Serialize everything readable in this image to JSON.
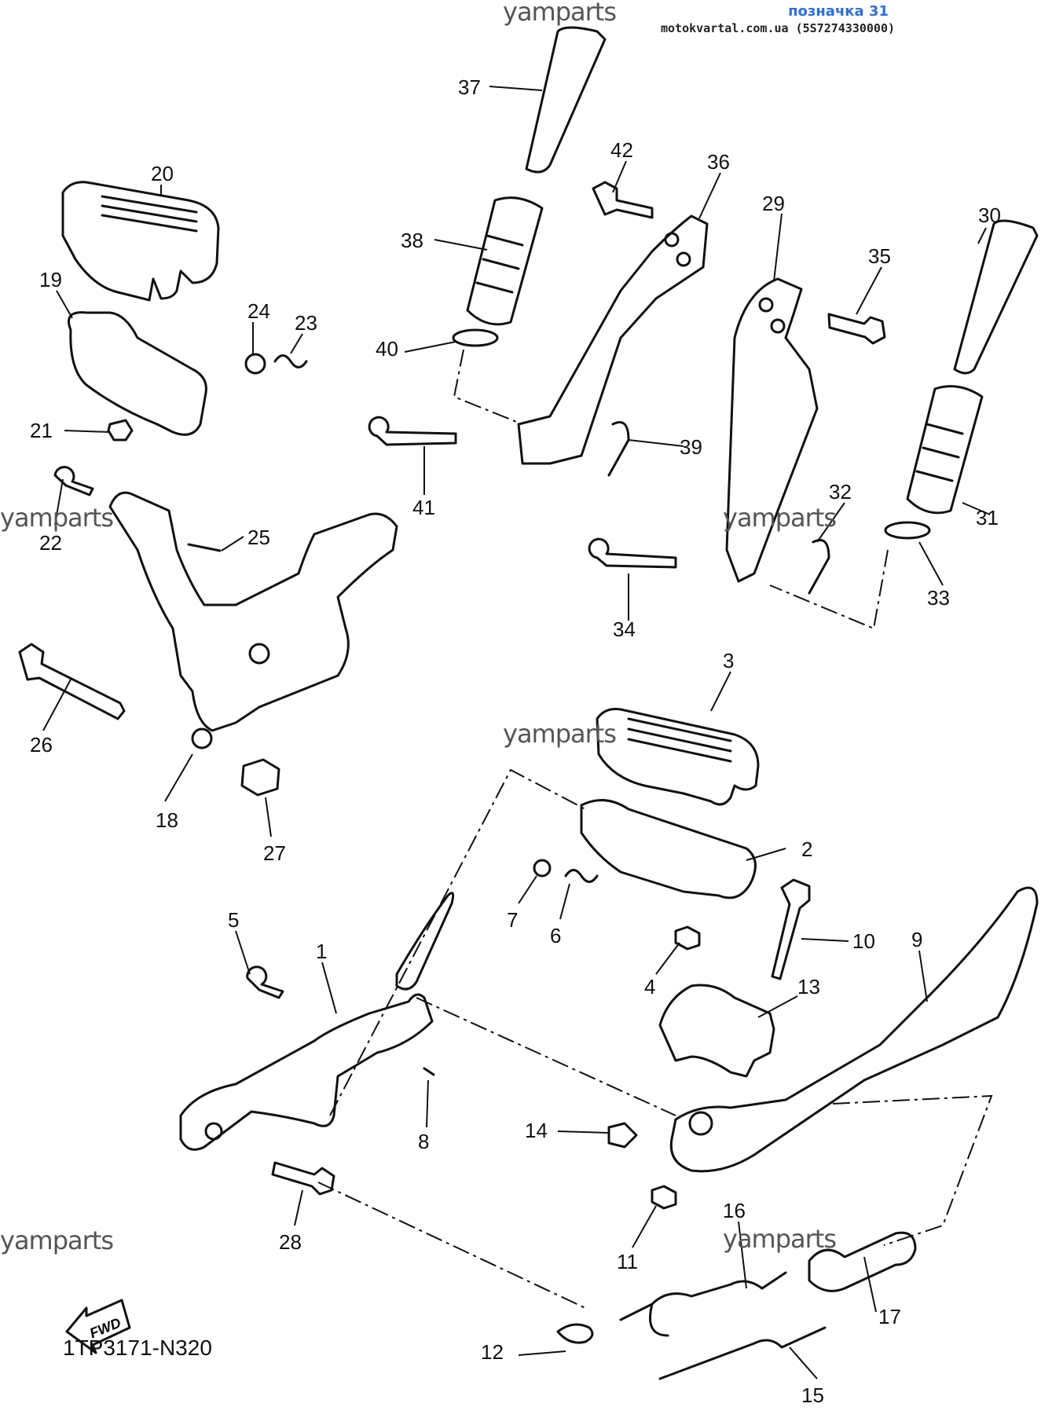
{
  "header": {
    "title": "позначка 31",
    "subtitle": "motokvartal.com.ua (5S7274330000)"
  },
  "watermark": "yamparts",
  "diagram_code": "1TP3171-N320",
  "fwd_label": "FWD",
  "part_numbers": [
    "1",
    "2",
    "3",
    "4",
    "5",
    "6",
    "7",
    "8",
    "9",
    "10",
    "11",
    "12",
    "13",
    "14",
    "15",
    "16",
    "17",
    "18",
    "19",
    "20",
    "21",
    "22",
    "23",
    "24",
    "25",
    "26",
    "27",
    "28",
    "29",
    "30",
    "31",
    "32",
    "33",
    "34",
    "35",
    "36",
    "37",
    "38",
    "39",
    "40",
    "41",
    "42"
  ]
}
